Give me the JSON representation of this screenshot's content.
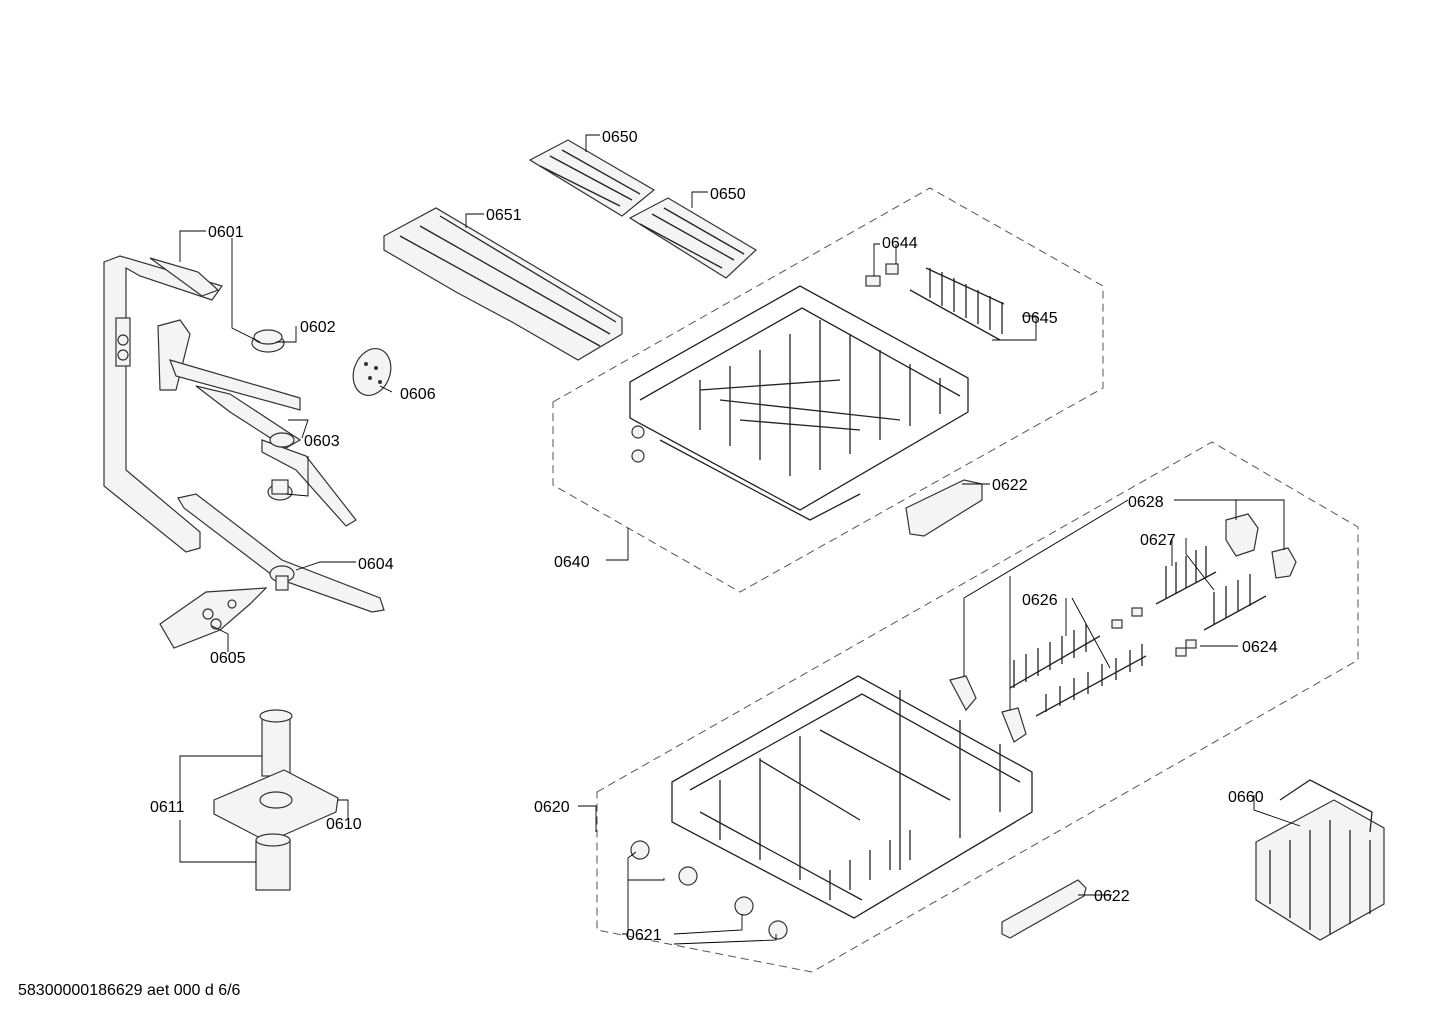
{
  "callouts": {
    "p0601": "0601",
    "p0602": "0602",
    "p0603": "0603",
    "p0604": "0604",
    "p0605": "0605",
    "p0606": "0606",
    "p0610": "0610",
    "p0611": "0611",
    "p0620": "0620",
    "p0621": "0621",
    "p0622_upper": "0622",
    "p0622_lower": "0622",
    "p0624": "0624",
    "p0626": "0626",
    "p0627": "0627",
    "p0628": "0628",
    "p0640": "0640",
    "p0644": "0644",
    "p0645": "0645",
    "p0650_a": "0650",
    "p0650_b": "0650",
    "p0651": "0651",
    "p0660": "0660"
  },
  "footer": {
    "doc_id": "58300000186629 aet 000 d 6/6"
  }
}
